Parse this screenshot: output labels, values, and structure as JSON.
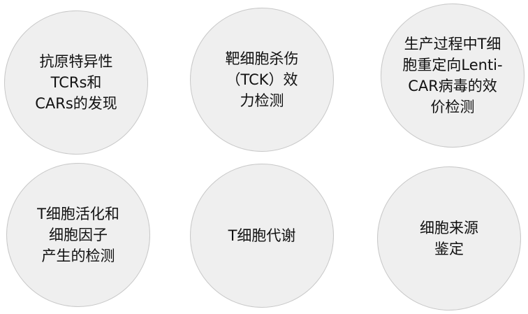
{
  "items": [
    {
      "lines": [
        "抗原特异性",
        "TCRs和",
        "CARs的发现"
      ]
    },
    {
      "lines": [
        "靶细胞杀伤",
        "（TCK）效",
        "力检测"
      ]
    },
    {
      "lines": [
        "生产过程中T细",
        "胞重定向Lenti-",
        "CAR病毒的效",
        "价检测"
      ]
    },
    {
      "lines": [
        "T细胞活化和",
        "细胞因子",
        "产生的检测"
      ]
    },
    {
      "lines": [
        "T细胞代谢"
      ]
    },
    {
      "lines": [
        "细胞来源",
        "鉴定"
      ]
    }
  ]
}
